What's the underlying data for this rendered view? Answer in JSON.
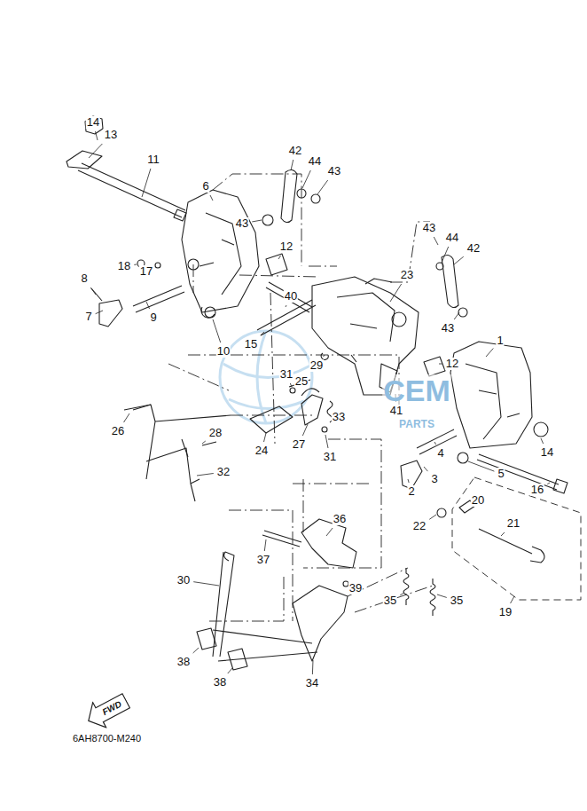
{
  "diagram": {
    "caption": "6AH8700-M240",
    "nodes": [
      {
        "text": [
          "FWD"
        ]
      }
    ],
    "edges": [],
    "labels": [
      "14",
      "13",
      "11",
      "6",
      "42",
      "44",
      "43",
      "43",
      "18",
      "17",
      "8",
      "7",
      "9",
      "12",
      "40",
      "10",
      "15",
      "23",
      "43",
      "44",
      "42",
      "43",
      "12",
      "1",
      "29",
      "31",
      "25",
      "41",
      "33",
      "31",
      "27",
      "24",
      "26",
      "28",
      "32",
      "4",
      "3",
      "5",
      "2",
      "14",
      "16",
      "20",
      "21",
      "22",
      "36",
      "37",
      "39",
      "35",
      "35",
      "30",
      "19",
      "38",
      "34",
      "38",
      "CEM",
      "PARTS"
    ]
  }
}
